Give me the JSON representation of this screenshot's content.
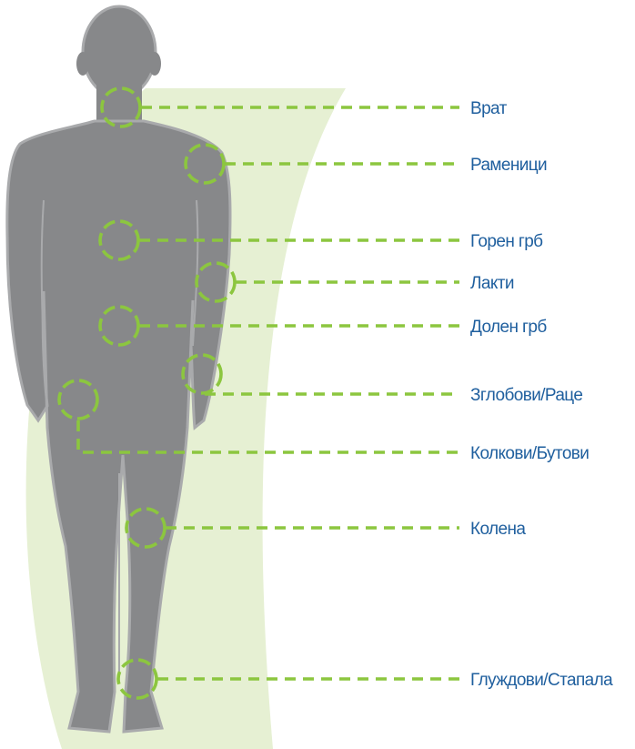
{
  "colors": {
    "silhouette": "#87888a",
    "silhouette_edge": "#a9aaac",
    "backdrop": "#e6f0d3",
    "accent": "#8cc63f",
    "label": "#1f5f9e"
  },
  "labels": [
    {
      "id": "neck",
      "text": "Врат"
    },
    {
      "id": "shoulders",
      "text": "Раменици"
    },
    {
      "id": "upper-back",
      "text": "Горен грб"
    },
    {
      "id": "elbows",
      "text": "Лакти"
    },
    {
      "id": "lower-back",
      "text": "Долен грб"
    },
    {
      "id": "wrists-hands",
      "text": "Зглобови/Раце"
    },
    {
      "id": "hips-thighs",
      "text": "Колкови/Бутови"
    },
    {
      "id": "knees",
      "text": "Колена"
    },
    {
      "id": "ankles-feet",
      "text": "Глуждови/Стапала"
    }
  ]
}
